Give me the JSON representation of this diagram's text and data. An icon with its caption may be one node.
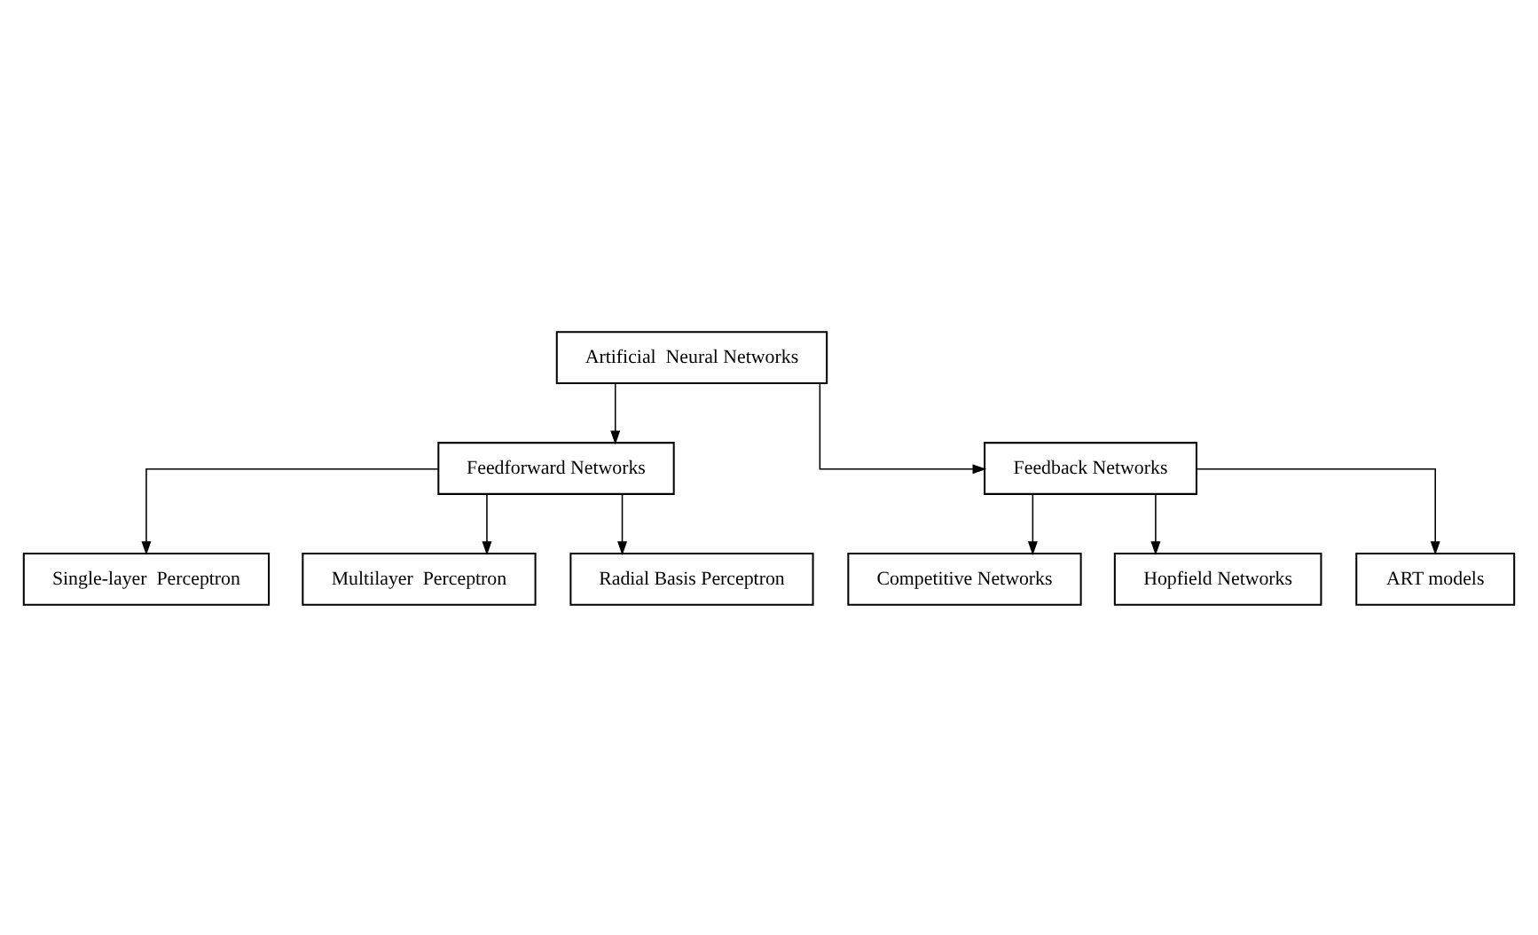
{
  "diagram": {
    "nodes": [
      {
        "text": [
          "Artificial  Neural Networks"
        ]
      },
      {
        "text": [
          "Feedforward Networks"
        ]
      },
      {
        "text": [
          "Feedback Networks"
        ]
      },
      {
        "text": [
          "Single-layer  Perceptron"
        ]
      },
      {
        "text": [
          "Multilayer  Perceptron"
        ]
      },
      {
        "text": [
          "Radial Basis Perceptron"
        ]
      },
      {
        "text": [
          "Competitive Networks"
        ]
      },
      {
        "text": [
          "Hopfield Networks"
        ]
      },
      {
        "text": [
          "ART models"
        ]
      }
    ],
    "edges": [
      {
        "from": 0,
        "to": 1,
        "arrow": "to"
      },
      {
        "from": 0,
        "to": 2,
        "arrow": "to"
      },
      {
        "from": 1,
        "to": 3,
        "arrow": "to"
      },
      {
        "from": 1,
        "to": 4,
        "arrow": "to"
      },
      {
        "from": 1,
        "to": 5,
        "arrow": "to"
      },
      {
        "from": 2,
        "to": 6,
        "arrow": "to"
      },
      {
        "from": 2,
        "to": 7,
        "arrow": "to"
      },
      {
        "from": 2,
        "to": 8,
        "arrow": "to"
      }
    ]
  }
}
